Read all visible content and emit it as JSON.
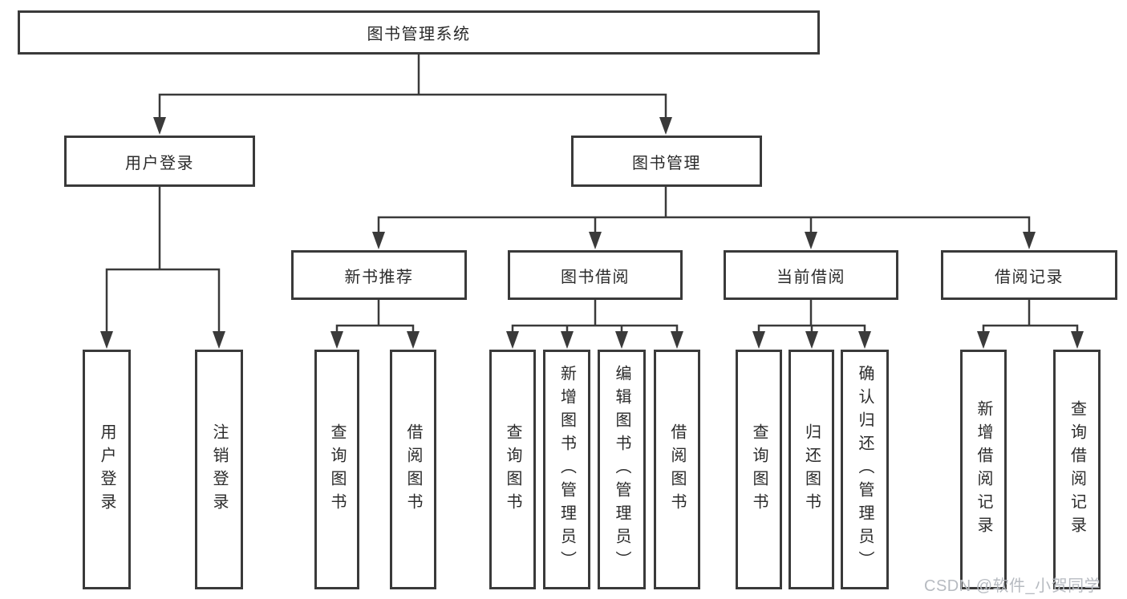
{
  "diagram": {
    "root": "图书管理系统",
    "user_branch": {
      "label": "用户登录",
      "children": [
        "用户登录",
        "注销登录"
      ]
    },
    "mgmt_branch": {
      "label": "图书管理",
      "sections": [
        {
          "label": "新书推荐",
          "children": [
            "查询图书",
            "借阅图书"
          ]
        },
        {
          "label": "图书借阅",
          "children": [
            "查询图书",
            "新增图书（管理员）",
            "编辑图书（管理员）",
            "借阅图书"
          ]
        },
        {
          "label": "当前借阅",
          "children": [
            "查询图书",
            "归还图书",
            "确认归还（管理员）"
          ]
        },
        {
          "label": "借阅记录",
          "children": [
            "新增借阅记录",
            "查询借阅记录"
          ]
        }
      ]
    },
    "watermark": "CSDN @软件_小贺同学"
  },
  "colors": {
    "line": "#3a3a3a",
    "text": "#2b2b2b",
    "watermark": "#b7bbc1",
    "background": "#ffffff"
  }
}
